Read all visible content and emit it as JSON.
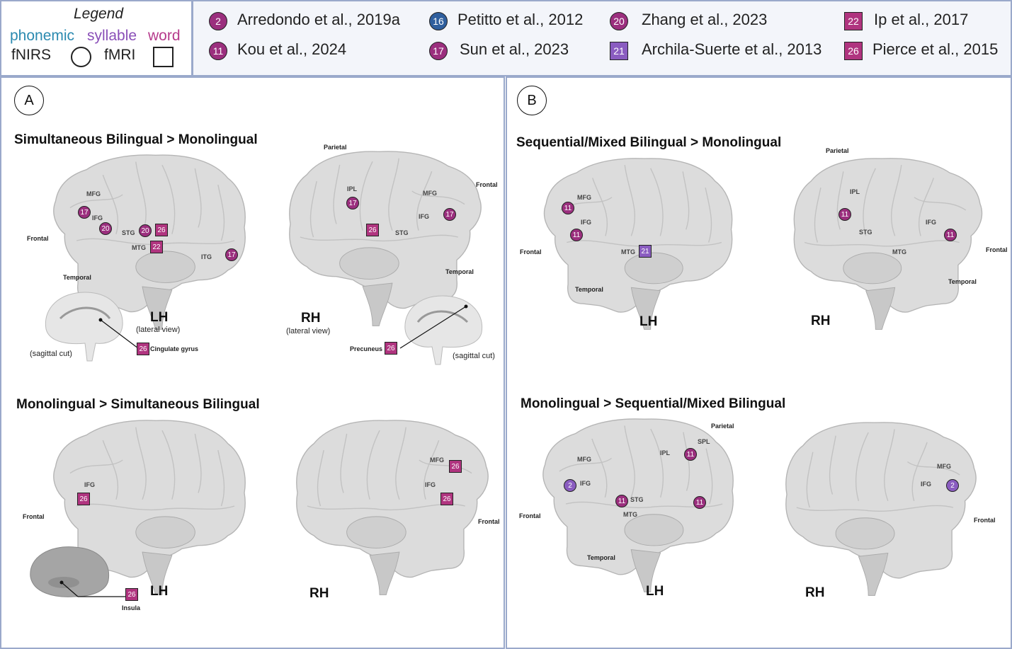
{
  "legend": {
    "title": "Legend",
    "phonemic": "phonemic",
    "syllable": "syllable",
    "word": "word",
    "fnirs": "fNIRS",
    "fmri": "fMRI",
    "colors": {
      "phonemic": "#2b8ab0",
      "syllable": "#8a4fb8",
      "word": "#b63b8c"
    }
  },
  "refs": [
    {
      "num": "2",
      "text": "Arredondo et al., 2019a",
      "shape": "circle",
      "color": "#9b2f7e"
    },
    {
      "num": "11",
      "text": "Kou et al., 2024",
      "shape": "circle",
      "color": "#9b2f7e"
    },
    {
      "num": "16",
      "text": "Petitto et al., 2012",
      "shape": "circle",
      "color": "#2f5f9e"
    },
    {
      "num": "17",
      "text": "Sun et al., 2023",
      "shape": "circle",
      "color": "#9b2f7e"
    },
    {
      "num": "20",
      "text": "Zhang et al., 2023",
      "shape": "circle",
      "color": "#9b2f7e"
    },
    {
      "num": "21",
      "text": "Archila-Suerte et al., 2013",
      "shape": "square",
      "color": "#8a5cc0"
    },
    {
      "num": "22",
      "text": "Ip et al., 2017",
      "shape": "square",
      "color": "#b0347f"
    },
    {
      "num": "26",
      "text": "Pierce et al., 2015",
      "shape": "square",
      "color": "#b0347f"
    }
  ],
  "panelA": {
    "letter": "A",
    "top_heading": "Simultaneous Bilingual > Monolingual",
    "bottom_heading": "Monolingual > Simultaneous Bilingual",
    "lh": "LH",
    "rh": "RH",
    "lateral": "(lateral view)",
    "sagittal": "(sagittal cut)",
    "cingulate": "Cingulate gyrus",
    "precuneus": "Precuneus",
    "insula": "Insula"
  },
  "panelB": {
    "letter": "B",
    "top_heading": "Sequential/Mixed Bilingual > Monolingual",
    "bottom_heading": "Monolingual > Sequential/Mixed Bilingual",
    "lh": "LH",
    "rh": "RH"
  },
  "regions": {
    "mfg": "MFG",
    "ifg": "IFG",
    "stg": "STG",
    "mtg": "MTG",
    "itg": "ITG",
    "ipl": "IPL",
    "spl": "SPL"
  },
  "directions": {
    "frontal": "Frontal",
    "temporal": "Temporal",
    "parietal": "Parietal"
  },
  "markers": {
    "m2": "2",
    "m11": "11",
    "m17": "17",
    "m20": "20",
    "m21": "21",
    "m22": "22",
    "m26": "26"
  }
}
